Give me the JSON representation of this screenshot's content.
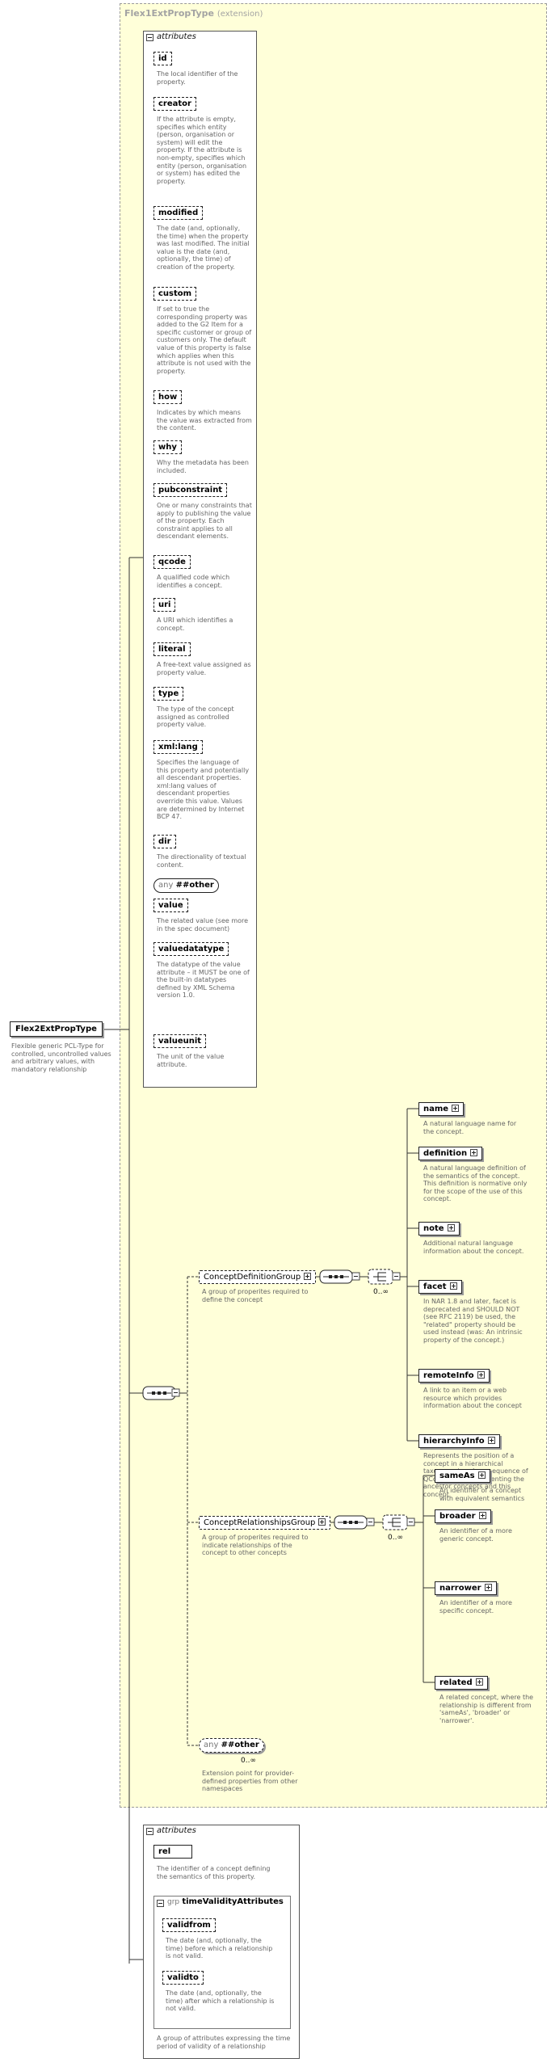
{
  "extension": {
    "name": "Flex1ExtPropType",
    "suffix": "(extension)"
  },
  "root": {
    "name": "Flex2ExtPropType",
    "desc": "Flexible generic PCL-Type for controlled, uncontrolled values and arbitrary values, with mandatory relationship"
  },
  "attributes_title": "attributes",
  "attributes": [
    {
      "name": "id",
      "desc": "The local identifier of the property."
    },
    {
      "name": "creator",
      "desc": "If the attribute is empty, specifies which entity (person, organisation or system) will edit the property. If the attribute is non-empty, specifies which entity (person, organisation or system) has edited the property."
    },
    {
      "name": "modified",
      "desc": "The date (and, optionally, the time) when the property was last modified. The initial value is the date (and, optionally, the time) of creation of the property."
    },
    {
      "name": "custom",
      "desc": "If set to true the corresponding property was added to the G2 Item for a specific customer or group of customers only. The default value of this property is false which applies when this attribute is not used with the property."
    },
    {
      "name": "how",
      "desc": "Indicates by which means the value was extracted from the content."
    },
    {
      "name": "why",
      "desc": "Why the metadata has been included."
    },
    {
      "name": "pubconstraint",
      "desc": "One or many constraints that apply to publishing the value of the property. Each constraint applies to all descendant elements."
    },
    {
      "name": "qcode",
      "desc": "A qualified code which identifies a concept."
    },
    {
      "name": "uri",
      "desc": "A URI which identifies a concept."
    },
    {
      "name": "literal",
      "desc": "A free-text value assigned as property value."
    },
    {
      "name": "type",
      "desc": "The type of the concept assigned as controlled property value."
    },
    {
      "name": "xml:lang",
      "desc": "Specifies the language of this property and potentially all descendant properties. xml:lang values of descendant properties override this value. Values are determined by Internet BCP 47."
    },
    {
      "name": "dir",
      "desc": "The directionality of textual content."
    }
  ],
  "any_other": {
    "prefix": "any",
    "name": "##other"
  },
  "attributes2": [
    {
      "name": "value",
      "desc": "The related value (see more in the spec document)"
    },
    {
      "name": "valuedatatype",
      "desc": "The datatype of the value attribute – it MUST be one of the built-in datatypes defined by XML Schema version 1.0."
    },
    {
      "name": "valueunit",
      "desc": "The unit of the value attribute."
    }
  ],
  "concept_def_group": {
    "name": "ConceptDefinitionGroup",
    "desc": "A group of properites required to define the concept",
    "card": "0..∞"
  },
  "concept_def_elements": [
    {
      "name": "name",
      "desc": "A natural language name for the concept."
    },
    {
      "name": "definition",
      "desc": "A natural language definition of the semantics of the concept. This definition is normative only for the scope of the use of this concept."
    },
    {
      "name": "note",
      "desc": "Additional natural language information about the concept."
    },
    {
      "name": "facet",
      "desc": "In NAR 1.8 and later, facet is deprecated and SHOULD NOT (see RFC 2119) be used, the \"related\" property should be used instead (was: An intrinsic property of the concept.)"
    },
    {
      "name": "remoteInfo",
      "desc": "A link to an item or a web resource which provides information about the concept"
    },
    {
      "name": "hierarchyInfo",
      "desc": "Represents the position of a concept in a hierarchical taxonomy tree by a sequence of QCode tokens representing the ancestor concepts and this concept"
    }
  ],
  "concept_rel_group": {
    "name": "ConceptRelationshipsGroup",
    "desc": "A group of properites required to indicate relationships of the concept to other concepts",
    "card": "0..∞"
  },
  "concept_rel_elements": [
    {
      "name": "sameAs",
      "desc": "An identifier of a concept with equivalent semantics"
    },
    {
      "name": "broader",
      "desc": "An identifier of a more generic concept."
    },
    {
      "name": "narrower",
      "desc": "An identifier of a more specific concept."
    },
    {
      "name": "related",
      "desc": "A related concept, where the relationship is different from 'sameAs', 'broader' or 'narrower'."
    }
  ],
  "any_other_elem": {
    "prefix": "any",
    "name": "##other",
    "card": "0..∞",
    "desc": "Extension point for provider-defined properties from other namespaces"
  },
  "bottom_attributes_title": "attributes",
  "rel": {
    "name": "rel",
    "desc": "The identifier of a concept defining the semantics of this property."
  },
  "time_group": {
    "prefix": "grp",
    "name": "timeValidityAttributes",
    "desc": "A group of attributes expressing the time period of validity of a relationship"
  },
  "time_attrs": [
    {
      "name": "validfrom",
      "desc": "The date (and, optionally, the time) before which a relationship is not valid."
    },
    {
      "name": "validto",
      "desc": "The date (and, optionally, the time) after which a relationship is not valid."
    }
  ]
}
